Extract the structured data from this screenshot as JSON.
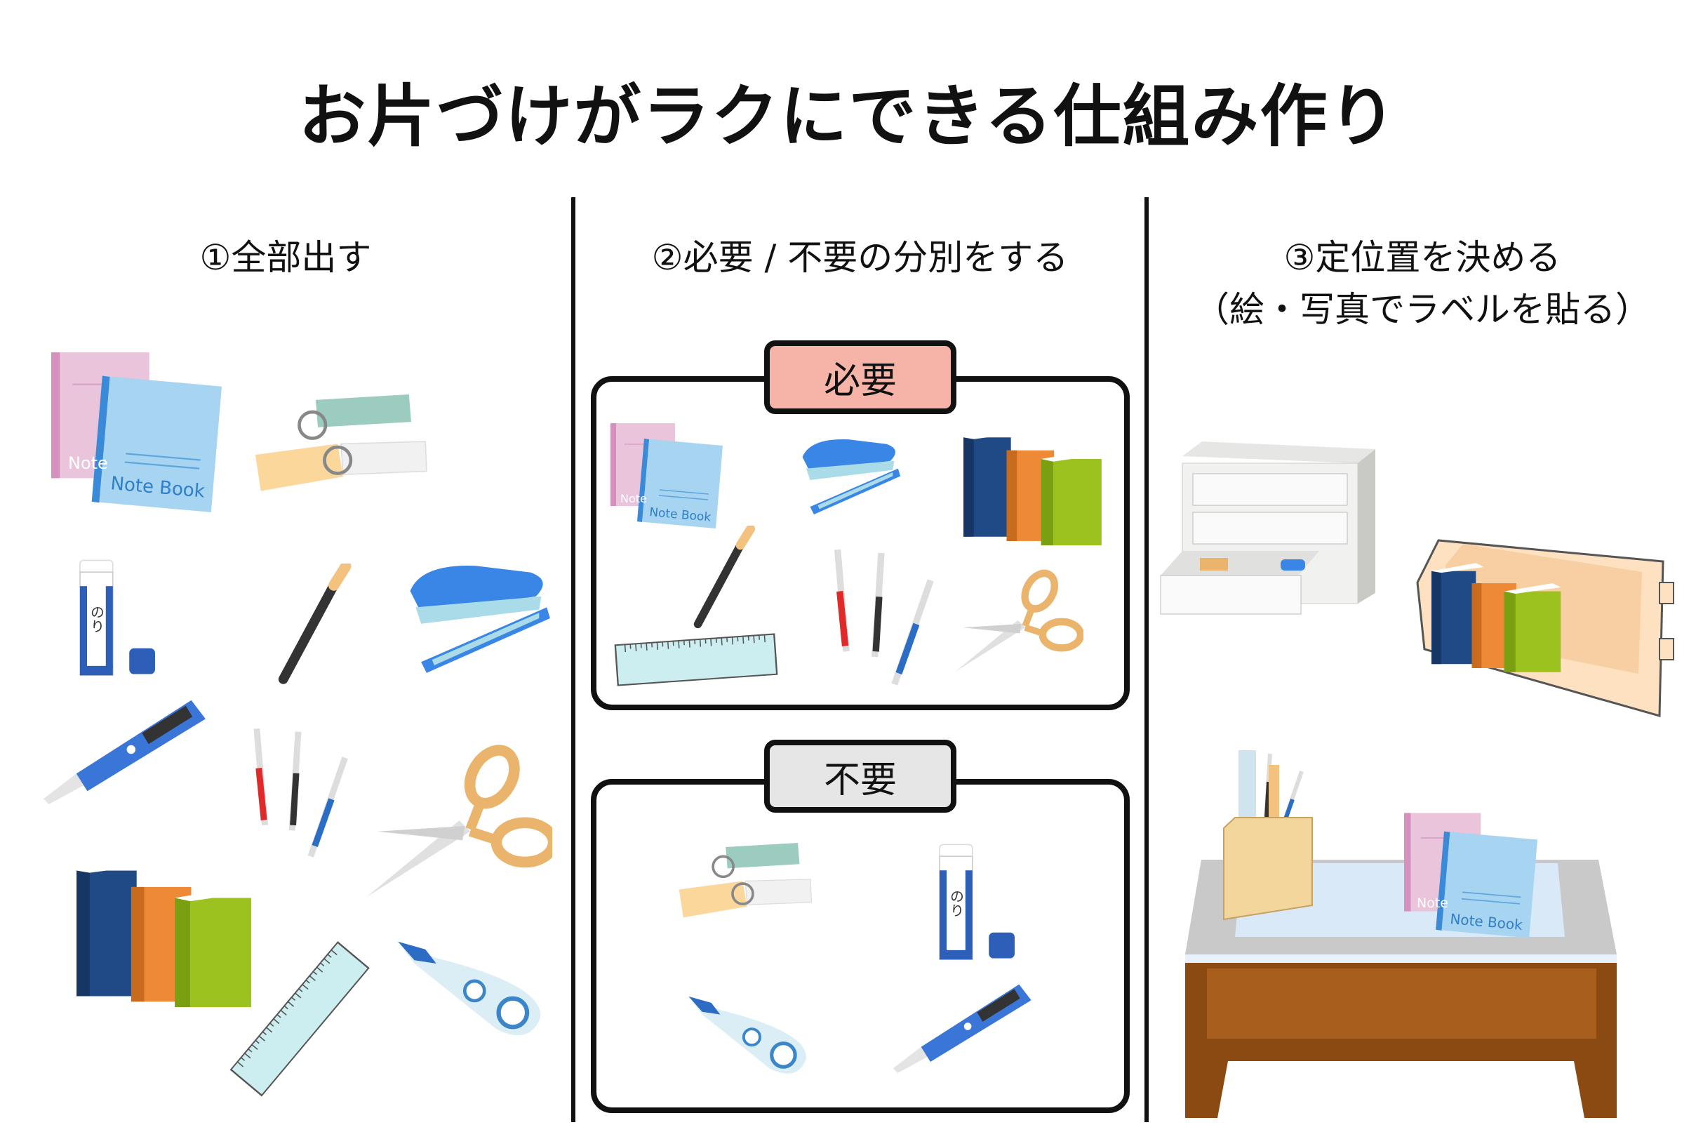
{
  "title": "お片づけがラクにできる仕組み作り",
  "columns": [
    {
      "heading": "①全部出す"
    },
    {
      "heading": "②必要 / 不要の分別をする",
      "necessary_label": "必要",
      "unnecessary_label": "不要"
    },
    {
      "heading_line1": "③定位置を決める",
      "heading_line2": "（絵・写真でラベルを貼る）"
    }
  ],
  "illustration_text": {
    "notebook_front": "Note Book",
    "notebook_back": "Note",
    "glue": "のり"
  },
  "colors": {
    "necessary_label_bg": "#f6b3a8",
    "unnecessary_label_bg": "#e6e6e6"
  }
}
